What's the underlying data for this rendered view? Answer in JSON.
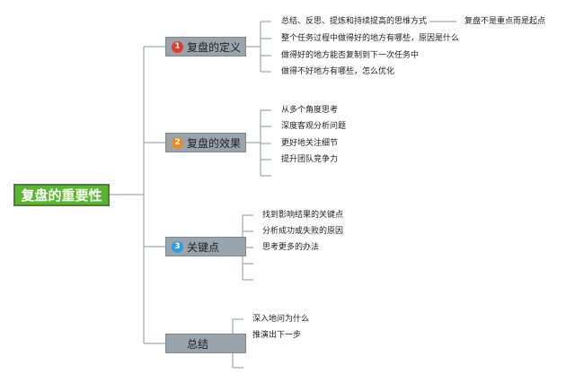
{
  "root": {
    "label": "复盘的重要性"
  },
  "branches": [
    {
      "label": "复盘的定义",
      "badge": {
        "text": "1",
        "color": "#e23b2e"
      },
      "items": [
        "总结、反思、提炼和持续提高的思维方式",
        "整个任务过程中做得好的地方有哪些，原因是什么",
        "做得好的地方能否复制到下一次任务中",
        "做得不好地方有哪些，怎么优化"
      ],
      "side_note": "复盘不是重点而是起点"
    },
    {
      "label": "复盘的效果",
      "badge": {
        "text": "2",
        "color": "#f08a24"
      },
      "items": [
        "从多个角度思考",
        "深度客观分析问题",
        "更好地关注细节",
        "提升团队竞争力",
        ""
      ]
    },
    {
      "label": "关键点",
      "badge": {
        "text": "3",
        "color": "#2f9be0"
      },
      "items": [
        "找到影响结果的关键点",
        "分析成功或失败的原因",
        "思考更多的办法",
        "",
        ""
      ]
    },
    {
      "label": "总结",
      "badge": {
        "text": "",
        "color": "#9aa4ad"
      },
      "items": [
        "深入地问为什么",
        "推演出下一步",
        "",
        ""
      ]
    }
  ]
}
